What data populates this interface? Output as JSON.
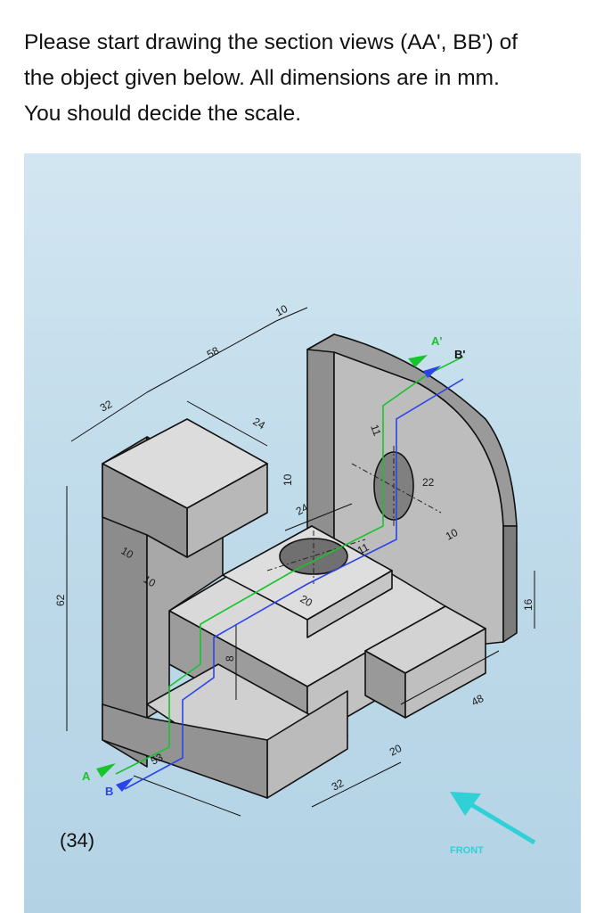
{
  "question": {
    "line1": "Please start drawing the section views (AA', BB') of",
    "line2": "the object given below. All dimensions are in mm.",
    "line3": "You should decide the scale."
  },
  "figure": {
    "number": "(34)",
    "colors": {
      "background": "#c3dcea",
      "face_top": "#d6d6d6",
      "face_left": "#8f8f8f",
      "face_right": "#bcbcbc",
      "outline": "#111111",
      "cut_a": "#19c32c",
      "cut_b": "#2b44e8",
      "front_arrow": "#2fd0d6"
    },
    "dimensions": {
      "d10_top": "10",
      "d58": "58",
      "d32_top": "32",
      "d24_upper": "24",
      "d10_vert": "10",
      "d24_mid": "24",
      "d11_slot": "11",
      "d22": "22",
      "d11_hole": "11",
      "d10_right": "10",
      "d20_hole": "20",
      "d10_left": "10",
      "d10_left2": "10",
      "d62": "62",
      "d8": "8",
      "d16": "16",
      "d48": "48",
      "d53": "53",
      "d20_bottom": "20",
      "d32_bottom": "32"
    },
    "section_labels": {
      "a": "A",
      "a_prime": "A'",
      "b": "B",
      "b_prime": "B'"
    },
    "front_label": "FRONT"
  }
}
